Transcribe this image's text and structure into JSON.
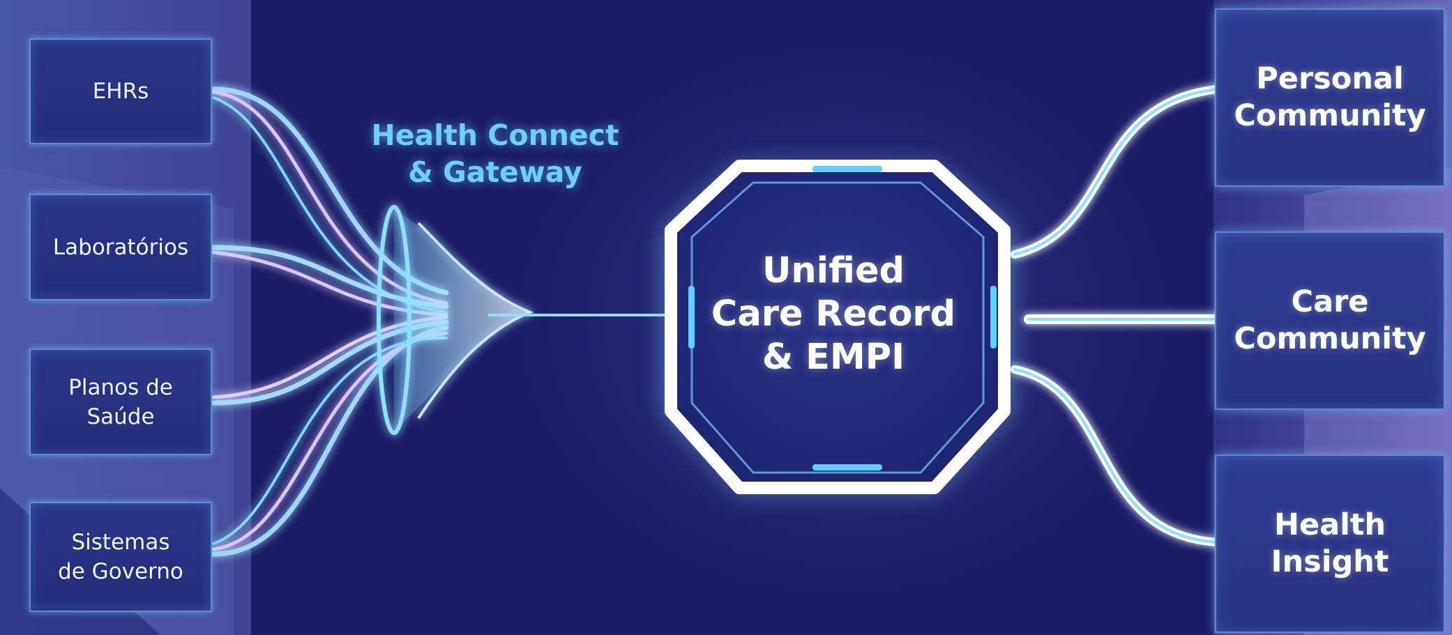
{
  "sources": [
    {
      "id": "ehrs",
      "lines": [
        "EHRs"
      ]
    },
    {
      "id": "laboratorios",
      "lines": [
        "Laboratórios"
      ]
    },
    {
      "id": "planos",
      "lines": [
        "Planos de",
        "Saúde"
      ]
    },
    {
      "id": "sistemas",
      "lines": [
        "Sistemas",
        "de Governo"
      ]
    }
  ],
  "gateway": {
    "lines": [
      "Health Connect",
      "& Gateway"
    ]
  },
  "hub": {
    "lines": [
      "Unified",
      "Care Record",
      "& EMPI"
    ]
  },
  "outputs": [
    {
      "id": "personal",
      "lines": [
        "Personal",
        "Community"
      ]
    },
    {
      "id": "care",
      "lines": [
        "Care",
        "Community"
      ]
    },
    {
      "id": "health",
      "lines": [
        "Health",
        "Insight"
      ]
    }
  ],
  "colors": {
    "background": "#1b1c68",
    "glow": "#7fd8ff",
    "accent": "#6fd0f5",
    "hub_border": "#ffffff"
  }
}
